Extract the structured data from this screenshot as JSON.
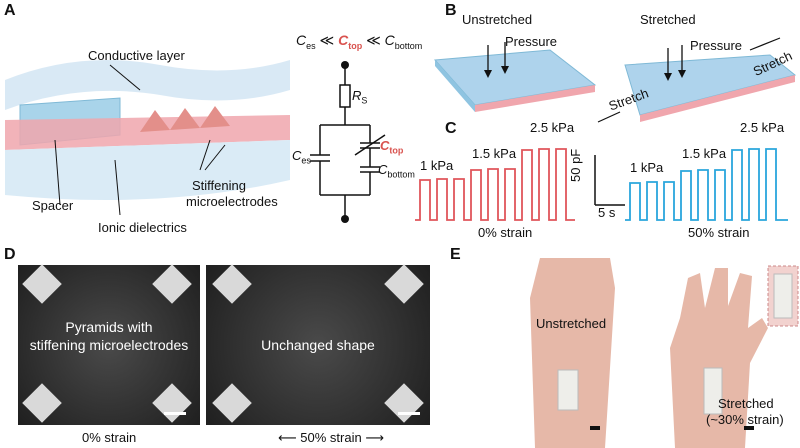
{
  "panels": {
    "A": {
      "letter": "A",
      "labels": {
        "conductive_layer": "Conductive layer",
        "spacer": "Spacer",
        "ionic_dielectrics": "Ionic dielectrics",
        "stiffening_line1": "Stiffening",
        "stiffening_line2": "microelectrodes"
      },
      "circuit": {
        "c_es": "C",
        "c_es_sub": "es",
        "c_top": "C",
        "c_top_sub": "top",
        "c_bottom": "C",
        "c_bottom_sub": "bottom",
        "r_s": "R",
        "r_s_sub": "S",
        "ineq_sym": "≪"
      }
    },
    "B": {
      "letter": "B",
      "unstretched": "Unstretched",
      "stretched": "Stretched",
      "pressure": "Pressure",
      "stretch": "Stretch"
    },
    "C": {
      "letter": "C",
      "left_caption": "0% strain",
      "right_caption": "50% strain",
      "pressure_labels": [
        "1 kPa",
        "1.5 kPa",
        "2.5 kPa"
      ],
      "scale_y": "50 pF",
      "scale_x": "5 s",
      "left_color": "#e0555b",
      "right_color": "#2aa6dc"
    },
    "D": {
      "letter": "D",
      "left_text_line1": "Pyramids with",
      "left_text_line2": "stiffening microelectrodes",
      "right_text": "Unchanged shape",
      "left_caption": "0% strain",
      "right_caption": "50% strain"
    },
    "E": {
      "letter": "E",
      "unstretched": "Unstretched",
      "stretched_line1": "Stretched",
      "stretched_line2": "(~30% strain)"
    }
  }
}
